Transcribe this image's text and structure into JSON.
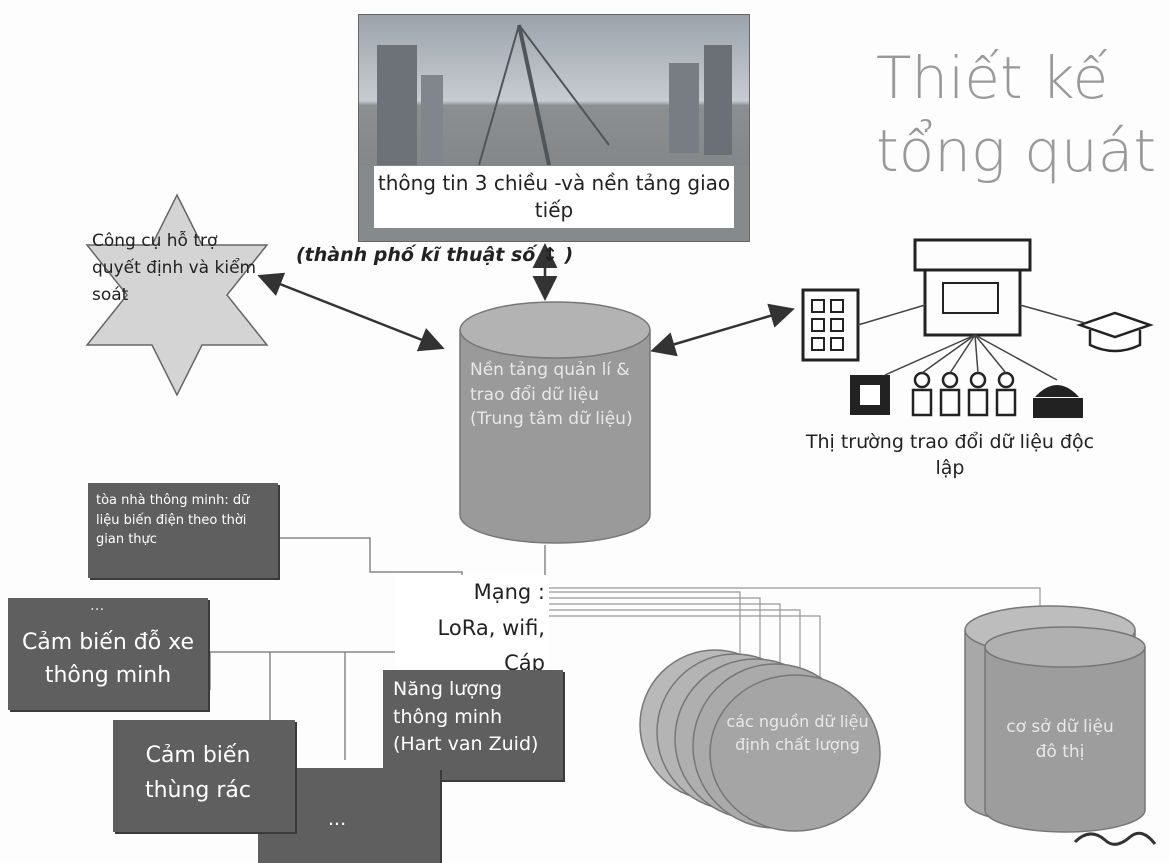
{
  "title": {
    "line1": "Thiết kế",
    "line2": "tổng quát"
  },
  "photo": {
    "caption": "thông tin 3 chiều -và nền tảng giao tiếp"
  },
  "digital_city_label": "(thành phố kĩ thuật số ↕ )",
  "star": {
    "label": "Công cụ hỗ trợ quyết định và kiểm soát"
  },
  "central_db": {
    "label": "Nền tảng quản lí & trao đổi dữ liệu (Trung tâm dữ liệu)"
  },
  "market": {
    "label": "Thị trường trao đổi dữ liệu độc lập"
  },
  "network": {
    "line1": "Mạng :",
    "line2": "LoRa, wifi, Cáp"
  },
  "boxes": {
    "smart_building": "tòa nhà thông minh: dữ liệu biến điện theo thời gian thực",
    "parking": "Cảm biến đỗ xe thông minh",
    "parking_dots": "...",
    "energy": "Năng lượng thông minh (Hart van Zuid)",
    "trash": "Cảm biến thùng rác",
    "more": "..."
  },
  "sources": {
    "label": "các nguồn dữ liệu định chất lượng"
  },
  "city_db": {
    "label": "cơ sở dữ liệu đô thị"
  },
  "colors": {
    "dark_box": "#5f5f5f",
    "cylinder": "#9a9a9a",
    "title": "#999999"
  }
}
